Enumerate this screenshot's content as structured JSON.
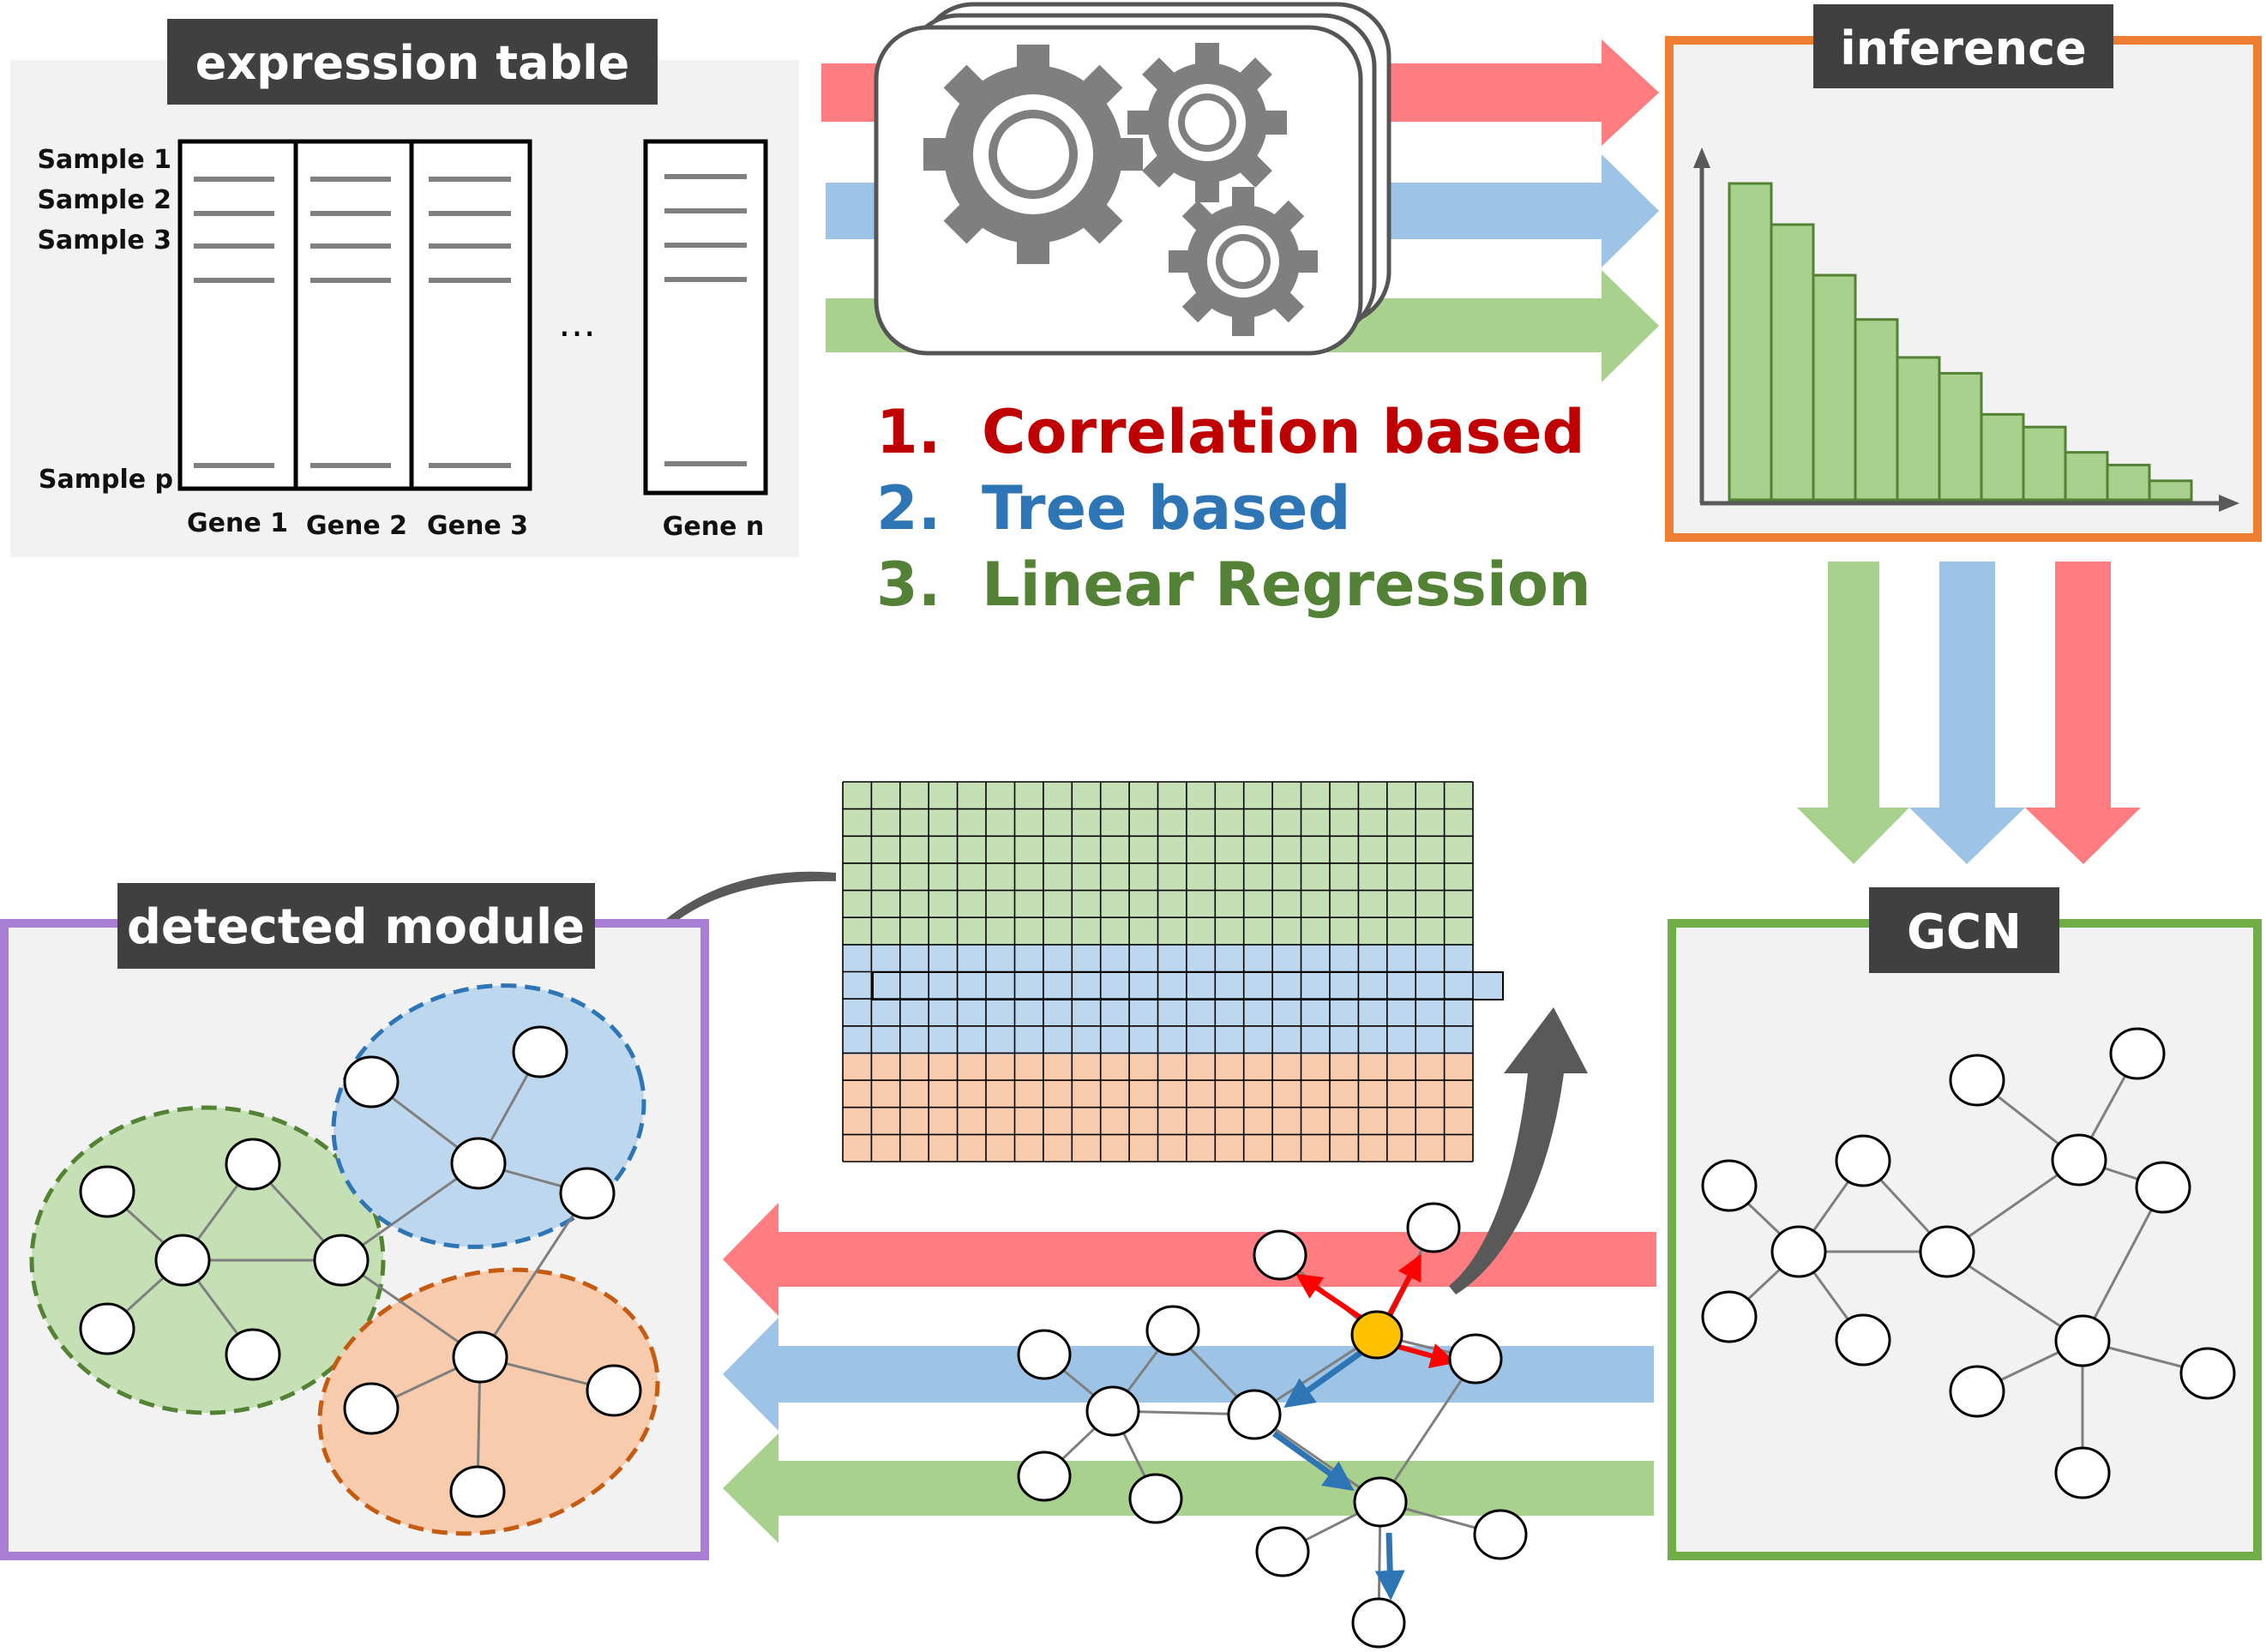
{
  "expression_table": {
    "title": "expression table",
    "sample_labels": [
      "Sample 1",
      "Sample 2",
      "Sample 3",
      "Sample p"
    ],
    "gene_labels": [
      "Gene 1",
      "Gene 2",
      "Gene 3",
      "Gene n"
    ],
    "ellipsis": "…"
  },
  "inference": {
    "title": "inference",
    "bar_color": "#a9d18e",
    "bar_values": [
      100,
      87,
      71,
      57,
      45,
      40,
      27,
      23,
      15,
      11,
      6
    ]
  },
  "methods": [
    {
      "number": "1.",
      "label": "Correlation based",
      "color": "#c00000"
    },
    {
      "number": "2.",
      "label": "Tree based",
      "color": "#2e75b6"
    },
    {
      "number": "3.",
      "label": "Linear Regression",
      "color": "#538135"
    }
  ],
  "gcn": {
    "title": "GCN"
  },
  "detected_module": {
    "title": "detected module"
  },
  "colors": {
    "red_arrow": "#ff7c80",
    "blue_arrow": "#9dc3e6",
    "green_arrow": "#a9d18e",
    "orange_frame": "#ed7d31",
    "green_frame": "#70ad47",
    "purple_frame": "#a97fd6",
    "dark_label": "#404040"
  }
}
